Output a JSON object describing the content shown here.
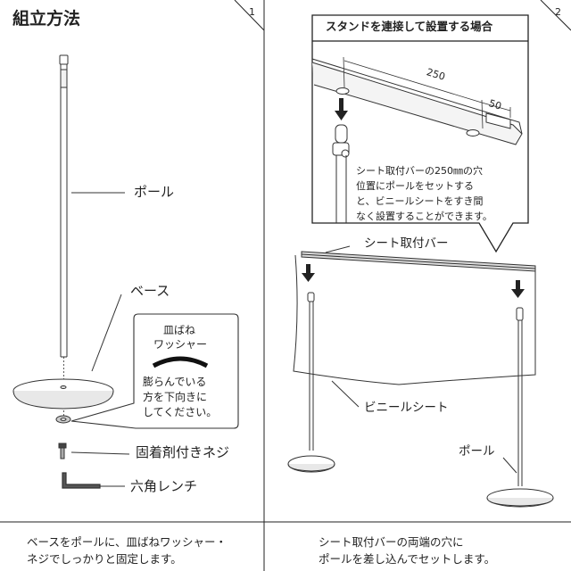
{
  "panel1": {
    "title": "組立方法",
    "step_number": "1",
    "labels": {
      "pole": "ポール",
      "base": "ベース",
      "washer_line1": "皿ばね",
      "washer_line2": "ワッシャー",
      "note_line1": "膨らんでいる",
      "note_line2": "方を下向きに",
      "note_line3": "してください。",
      "screw": "固着剤付きネジ",
      "wrench": "六角レンチ"
    },
    "caption_line1": "ベースをポールに、皿ばねワッシャー・",
    "caption_line2": "ネジでしっかりと固定します。"
  },
  "panel2": {
    "step_number": "2",
    "inset_title": "スタンドを連接して設置する場合",
    "dimension_250": "250",
    "dimension_50": "50",
    "inset_note_line1": "シート取付バーの250㎜の穴",
    "inset_note_line2": "位置にポールをセットする",
    "inset_note_line3": "と、ビニールシートをすき間",
    "inset_note_line4": "なく設置することができます。",
    "labels": {
      "sheet_bar": "シート取付バー",
      "vinyl_sheet": "ビニールシート",
      "pole": "ポール"
    },
    "caption_line1": "シート取付バーの両端の穴に",
    "caption_line2": "ポールを差し込んでセットします。"
  },
  "colors": {
    "line": "#333333",
    "border": "#222222",
    "background": "#ffffff"
  }
}
